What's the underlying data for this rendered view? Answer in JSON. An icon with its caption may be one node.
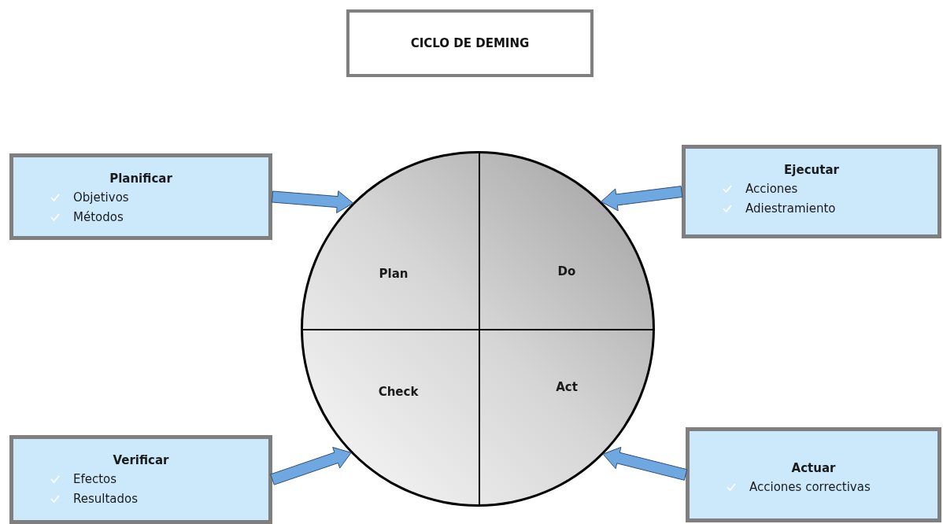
{
  "diagram": {
    "title": "CICLO DE DEMING",
    "nodes": [
      {
        "text": [
          "Planificar",
          "Objetivos",
          "Métodos"
        ]
      },
      {
        "text": [
          "Ejecutar",
          "Acciones",
          "Adiestramiento"
        ]
      },
      {
        "text": [
          "Verificar",
          "Efectos",
          "Resultados"
        ]
      },
      {
        "text": [
          "Actuar",
          "Acciones correctivas"
        ]
      },
      {
        "text": [],
        "shape": "circle"
      },
      {
        "text": [
          "Plan"
        ],
        "in": 4
      },
      {
        "text": [
          "Do"
        ],
        "in": 4
      },
      {
        "text": [
          "Check"
        ],
        "in": 4
      },
      {
        "text": [
          "Act"
        ],
        "in": 4
      }
    ],
    "edges": [
      {
        "from": 0,
        "to": 5,
        "arrow": "to",
        "style": "thick"
      },
      {
        "from": 1,
        "to": 6,
        "arrow": "to",
        "style": "thick"
      },
      {
        "from": 2,
        "to": 7,
        "arrow": "to",
        "style": "thick"
      },
      {
        "from": 3,
        "to": 8,
        "arrow": "to",
        "style": "thick"
      }
    ]
  }
}
